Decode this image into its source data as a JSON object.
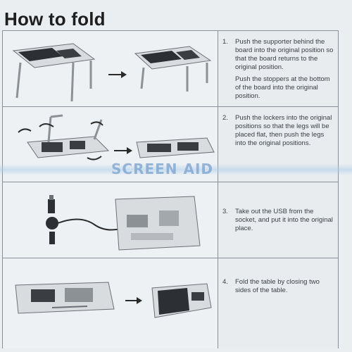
{
  "title": "How to fold",
  "watermark": "SCREEN AID",
  "steps": [
    {
      "number": "1.",
      "paragraphs": [
        "Push the supporter behind the board into the original position so that the board returns to the original position.",
        "Push the stoppers at the bottom of the board into the original position."
      ]
    },
    {
      "number": "2.",
      "paragraphs": [
        "Push the lockers into the original positions so that the legs will be placed flat, then push the legs into the original positions."
      ]
    },
    {
      "number": "3.",
      "paragraphs": [
        "Take out the USB from the socket, and put it into the original place."
      ]
    },
    {
      "number": "4.",
      "paragraphs": [
        "Fold the table by closing two sides of the table."
      ]
    }
  ],
  "colors": {
    "background": "#eaeef1",
    "border": "#8a9097",
    "text": "#3a3f45",
    "watermark": "#78a0cd"
  }
}
